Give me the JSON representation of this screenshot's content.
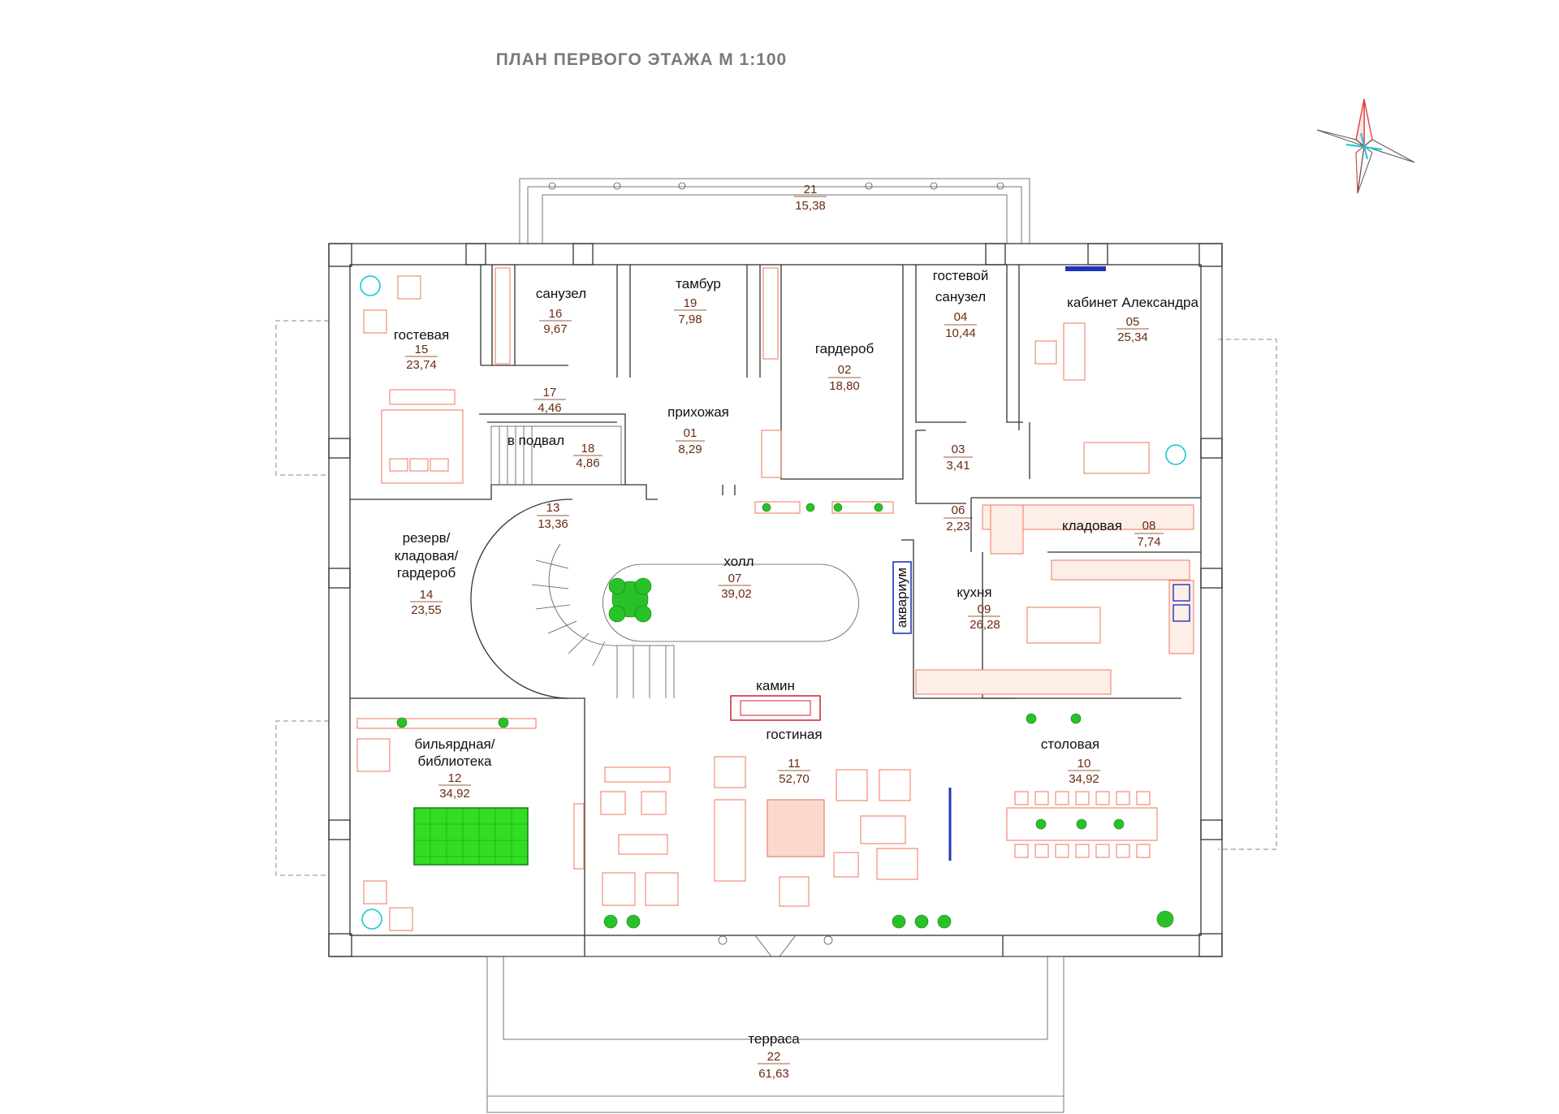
{
  "title": "ПЛАН ПЕРВОГО ЭТАЖА М 1:100",
  "rooms": [
    {
      "id": "r01",
      "name": "прихожая",
      "number": "01",
      "area": "8,29"
    },
    {
      "id": "r02",
      "name": "гардероб",
      "number": "02",
      "area": "18,80"
    },
    {
      "id": "r03",
      "name": "",
      "number": "03",
      "area": "3,41"
    },
    {
      "id": "r04",
      "name": "гостевой санузел",
      "number": "04",
      "area": "10,44"
    },
    {
      "id": "r05",
      "name": "кабинет Александра",
      "number": "05",
      "area": "25,34"
    },
    {
      "id": "r06",
      "name": "",
      "number": "06",
      "area": "2,23"
    },
    {
      "id": "r07",
      "name": "холл",
      "number": "07",
      "area": "39,02"
    },
    {
      "id": "r08",
      "name": "кладовая",
      "number": "08",
      "area": "7,74"
    },
    {
      "id": "r09",
      "name": "кухня",
      "number": "09",
      "area": "26,28"
    },
    {
      "id": "r10",
      "name": "столовая",
      "number": "10",
      "area": "34,92"
    },
    {
      "id": "r11",
      "name": "гостиная",
      "number": "11",
      "area": "52,70"
    },
    {
      "id": "r12",
      "name": "бильярдная/ библиотека",
      "number": "12",
      "area": "34,92"
    },
    {
      "id": "r13",
      "name": "",
      "number": "13",
      "area": "13,36"
    },
    {
      "id": "r14",
      "name": "резерв/ кладовая/ гардероб",
      "number": "14",
      "area": "23,55"
    },
    {
      "id": "r15",
      "name": "гостевая",
      "number": "15",
      "area": "23,74"
    },
    {
      "id": "r16",
      "name": "санузел",
      "number": "16",
      "area": "9,67"
    },
    {
      "id": "r17",
      "name": "",
      "number": "17",
      "area": "4,46"
    },
    {
      "id": "r18",
      "name": "в подвал",
      "number": "18",
      "area": "4,86"
    },
    {
      "id": "r19",
      "name": "тамбур",
      "number": "19",
      "area": "7,98"
    },
    {
      "id": "r21",
      "name": "",
      "number": "21",
      "area": "15,38"
    },
    {
      "id": "r22",
      "name": "терраса",
      "number": "22",
      "area": "61,63"
    }
  ],
  "labels": {
    "aquarium": "аквариум",
    "fireplace": "камин"
  },
  "icons": {
    "compass": "north-arrow-icon",
    "plant": "plant-icon"
  },
  "colors": {
    "walls": "#333333",
    "furniture": "#f0806a",
    "plants": "#28c228",
    "billiard_table": "#33dd22",
    "cushions": "#19c7d4",
    "aquarium": "#2233bb",
    "fireplace": "#cc2233",
    "room_number": "#6b2a10",
    "title": "#7a7a7a"
  }
}
